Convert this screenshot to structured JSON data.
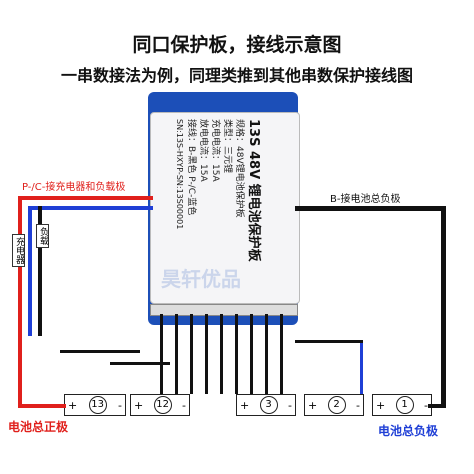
{
  "title": "同口保护板，接线示意图",
  "subtitle": "一串数接法为例，同理类推到其他串数保护接线图",
  "labels": {
    "pc_label": "P-/C-接充电器和负载极",
    "b_label": "B-接电池总负极",
    "charger_label": "充电器",
    "load_label": "负载",
    "total_pos": "电池总正极",
    "total_neg": "电池总负极"
  },
  "board": {
    "header": "13S 48V 锂电池保护板",
    "lines": [
      "规格：48V锂电池保护板",
      "类型：三元锂",
      "充电电流：15A",
      "放电电流：15A",
      "接线：B-黑色 P-/C-蓝色",
      "SN:13S-HXYP-SN:13S00001"
    ],
    "watermark": "昊轩优品"
  },
  "cells": [
    {
      "num": "13",
      "plus": "+",
      "minus": "-"
    },
    {
      "num": "12",
      "plus": "+",
      "minus": "-"
    },
    {
      "num": "3",
      "plus": "+",
      "minus": "-"
    },
    {
      "num": "2",
      "plus": "+",
      "minus": "-"
    },
    {
      "num": "1",
      "plus": "+",
      "minus": "-"
    }
  ],
  "colors": {
    "red_wire": "#e0201c",
    "blue_wire": "#1f3fd6",
    "black_wire": "#111111",
    "pcb": "#1c4fb8"
  }
}
